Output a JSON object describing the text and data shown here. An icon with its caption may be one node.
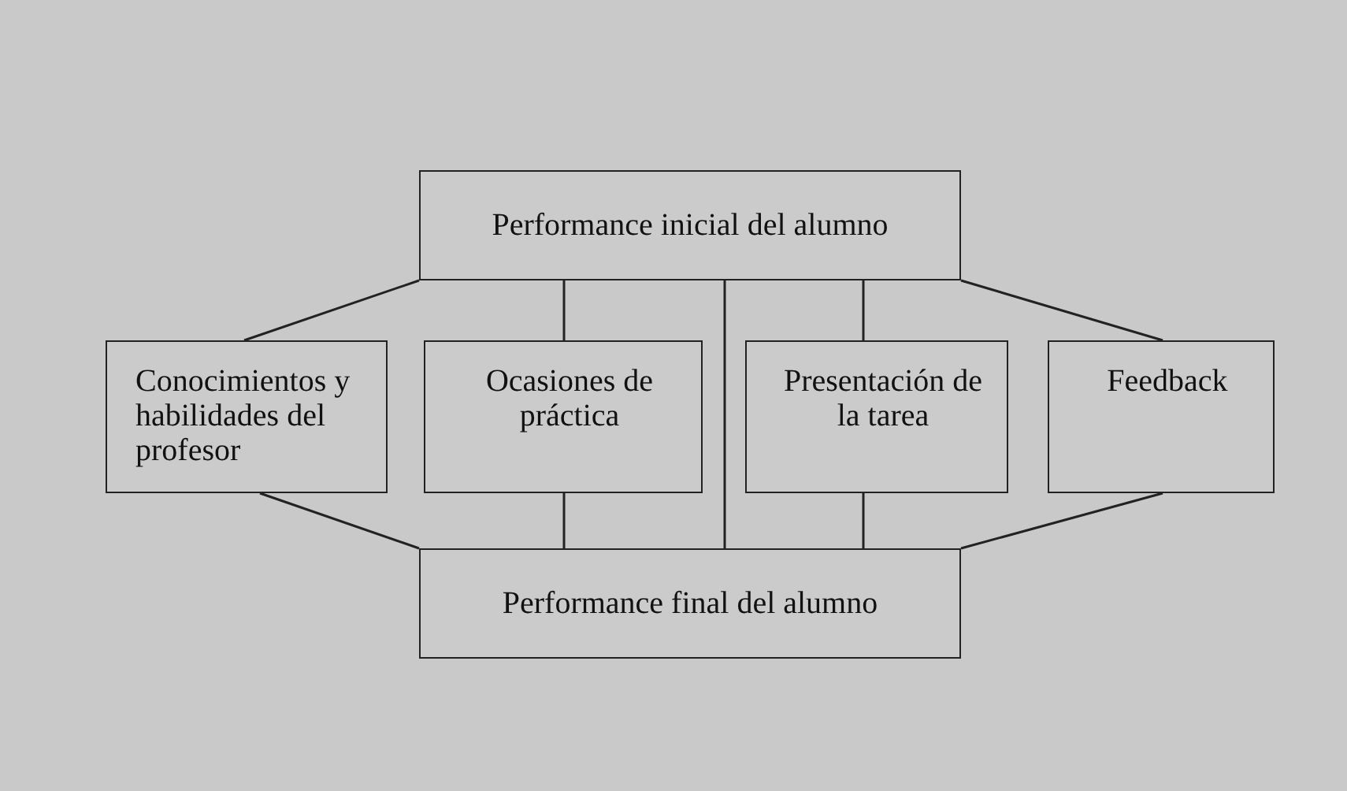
{
  "diagram": {
    "nodes": [
      {
        "text": [
          "Performance inicial del alumno"
        ]
      },
      {
        "text": [
          "Conocimientos y habilidades del profesor"
        ]
      },
      {
        "text": [
          "Ocasiones de práctica"
        ]
      },
      {
        "text": [
          "Presentación de la tarea"
        ]
      },
      {
        "text": [
          "Feedback"
        ]
      },
      {
        "text": [
          "Performance final del alumno"
        ]
      }
    ],
    "edges": [
      {
        "from": 0,
        "to": 1,
        "arrow": "none"
      },
      {
        "from": 0,
        "to": 2,
        "arrow": "none"
      },
      {
        "from": 0,
        "to": 3,
        "arrow": "none"
      },
      {
        "from": 0,
        "to": 4,
        "arrow": "none"
      },
      {
        "from": 0,
        "to": 5,
        "arrow": "none"
      },
      {
        "from": 1,
        "to": 5,
        "arrow": "none"
      },
      {
        "from": 2,
        "to": 5,
        "arrow": "none"
      },
      {
        "from": 3,
        "to": 5,
        "arrow": "none"
      },
      {
        "from": 4,
        "to": 5,
        "arrow": "none"
      }
    ]
  }
}
